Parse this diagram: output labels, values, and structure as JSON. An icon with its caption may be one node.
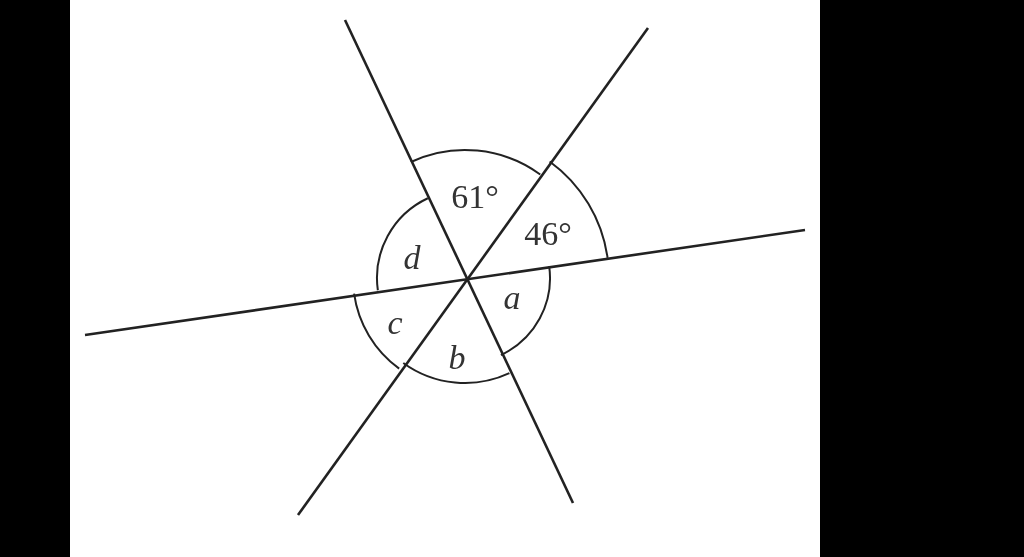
{
  "diagram": {
    "labels": [
      "61°",
      "46°",
      "d",
      "a",
      "c",
      "b"
    ]
  }
}
